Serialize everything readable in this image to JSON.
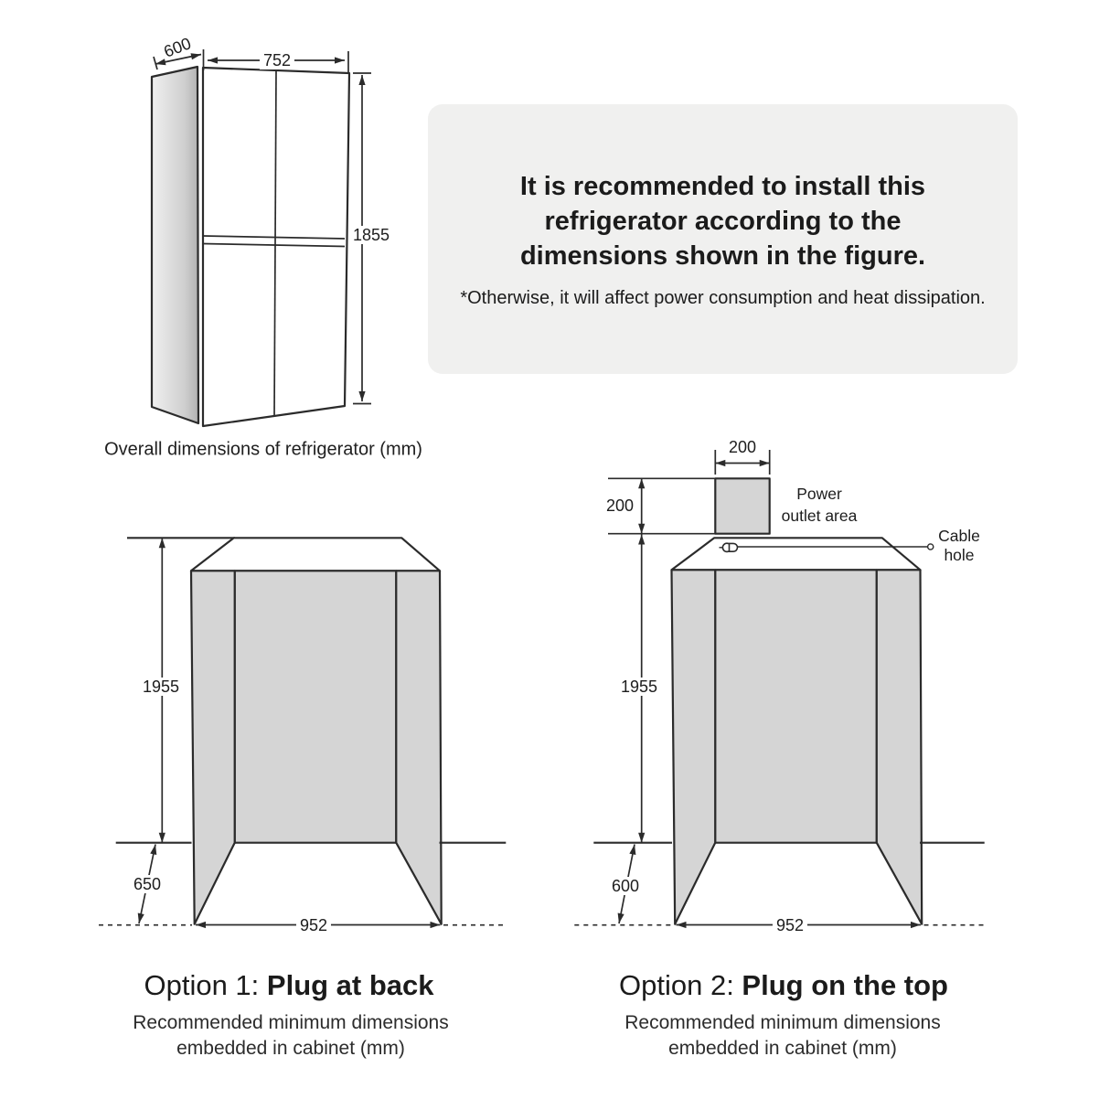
{
  "refrigerator_figure": {
    "depth_label": "600",
    "width_label": "752",
    "height_label": "1855",
    "caption": "Overall dimensions of refrigerator (mm)"
  },
  "notice_box": {
    "title_lines": [
      "It is recommended to install this",
      "refrigerator according to the",
      "dimensions shown in the figure."
    ],
    "footnote": "*Otherwise, it will affect power consumption and heat dissipation."
  },
  "option1": {
    "title_prefix": "Option 1: ",
    "title_emphasis": "Plug at back",
    "subtitle_lines": [
      "Recommended minimum dimensions",
      "embedded in cabinet (mm)"
    ],
    "height_label": "1955",
    "bottom_offset_label": "650",
    "width_label": "952"
  },
  "option2": {
    "title_prefix": "Option 2: ",
    "title_emphasis": "Plug on the top",
    "subtitle_lines": [
      "Recommended minimum dimensions",
      "embedded in cabinet (mm)"
    ],
    "height_label": "1955",
    "bottom_offset_label": "600",
    "width_label": "952",
    "outlet_width_label": "200",
    "outlet_height_label": "200",
    "power_outlet_lines": [
      "Power",
      "outlet area"
    ],
    "cable_hole_lines": [
      "Cable",
      "hole"
    ]
  },
  "colors": {
    "line": "#2b2b2b",
    "wall_fill": "#d5d5d5",
    "notice_background": "#f0f0ef",
    "text": "#1d1d1d",
    "page_background": "#ffffff"
  }
}
